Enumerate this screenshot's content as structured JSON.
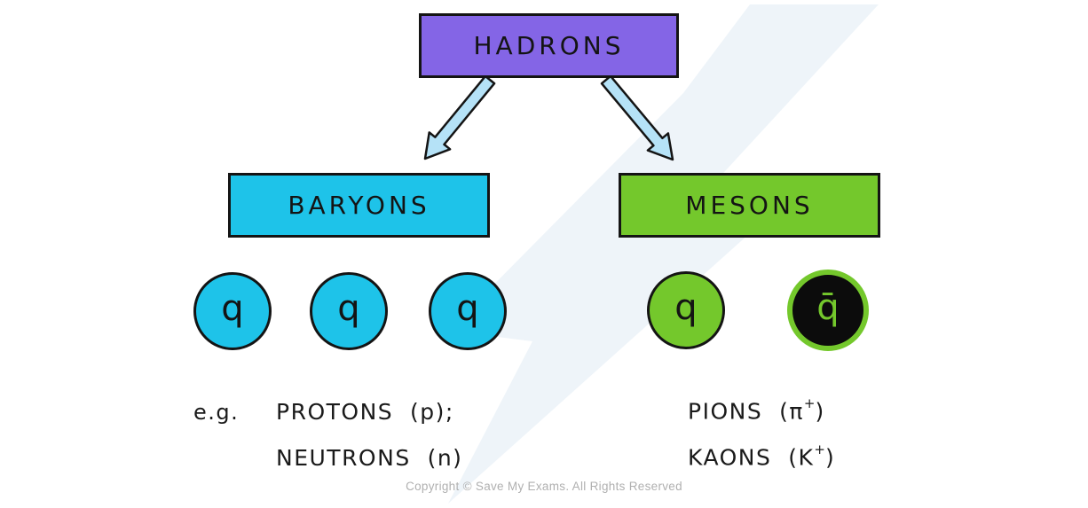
{
  "palette": {
    "hadrons_fill": "#8465e6",
    "baryons_fill": "#1ec3e9",
    "mesons_fill": "#74c82c",
    "arrow_fill": "#b5e2f7",
    "outline": "#141414",
    "antiquark_fill": "#0c0c0c",
    "ink": "#1a1a1a",
    "copyright": "#b0b0b0",
    "watermark": "#eef4f9"
  },
  "tree": {
    "root": {
      "label": "HADRONS"
    },
    "left": {
      "label": "BARYONS"
    },
    "right": {
      "label": "MESONS"
    }
  },
  "baryon_quarks": [
    "q",
    "q",
    "q"
  ],
  "meson_quarks": {
    "quark": "q",
    "antiquark": "q̄"
  },
  "examples": {
    "prefix": "e.g.",
    "baryons": [
      "PROTONS  (p);",
      "NEUTRONS  (n)"
    ],
    "mesons": [
      {
        "text": "PIONS  (π",
        "sup": "+",
        "close": ")"
      },
      {
        "text": "KAONS  (K",
        "sup": "+",
        "close": ")"
      }
    ]
  },
  "footer": {
    "copyright": "Copyright © Save My Exams. All Rights Reserved"
  }
}
